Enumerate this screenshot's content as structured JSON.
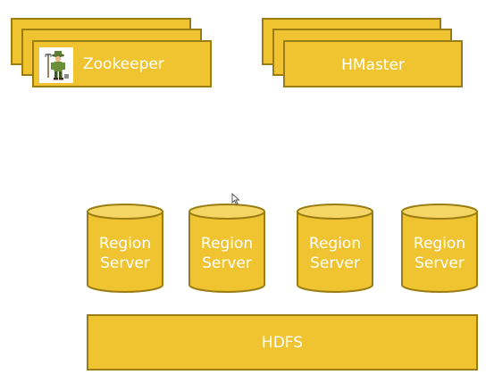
{
  "colors": {
    "fill": "#efc430",
    "stroke": "#9a7d12",
    "text": "#ffffff",
    "cylinder_top": "#f5d564"
  },
  "zookeeper": {
    "label": "Zookeeper",
    "icon": "gardener-icon"
  },
  "hmaster": {
    "label": "HMaster"
  },
  "region_servers": [
    {
      "line1": "Region",
      "line2": "Server"
    },
    {
      "line1": "Region",
      "line2": "Server"
    },
    {
      "line1": "Region",
      "line2": "Server"
    },
    {
      "line1": "Region",
      "line2": "Server"
    }
  ],
  "hdfs": {
    "label": "HDFS"
  },
  "cursor": {
    "icon": "mouse-pointer-icon"
  }
}
